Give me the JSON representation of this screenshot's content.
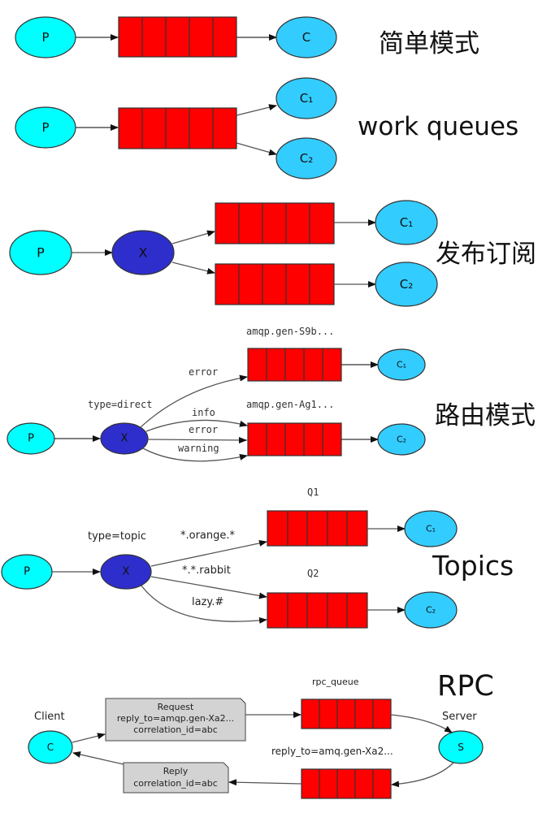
{
  "colors": {
    "producer": "#00ffff",
    "consumer": "#33ccff",
    "exchange": "#2e2ecc",
    "queue": "#ff0000",
    "note": "#d3d3d3"
  },
  "sections": [
    {
      "id": "simple",
      "title": "简单模式",
      "nodes": {
        "producer": "P",
        "consumer": "C"
      }
    },
    {
      "id": "work",
      "title": "work queues",
      "nodes": {
        "producer": "P",
        "consumer1": "C₁",
        "consumer2": "C₂"
      }
    },
    {
      "id": "pubsub",
      "title": "发布订阅",
      "nodes": {
        "producer": "P",
        "exchange": "X",
        "consumer1": "C₁",
        "consumer2": "C₂"
      }
    },
    {
      "id": "routing",
      "title": "路由模式",
      "nodes": {
        "producer": "P",
        "exchange": "X",
        "consumer1": "C₁",
        "consumer2": "C₂"
      },
      "exchange_type": "type=direct",
      "queue1_name": "amqp.gen-S9b...",
      "queue2_name": "amqp.gen-Ag1...",
      "bindings": [
        "error",
        "info",
        "error",
        "warning"
      ]
    },
    {
      "id": "topics",
      "title": "Topics",
      "nodes": {
        "producer": "P",
        "exchange": "X",
        "consumer1": "C₁",
        "consumer2": "C₂"
      },
      "exchange_type": "type=topic",
      "queue1_name": "Q1",
      "queue2_name": "Q2",
      "bindings": [
        "*.orange.*",
        "*.*.rabbit",
        "lazy.#"
      ]
    },
    {
      "id": "rpc",
      "title": "RPC",
      "client_label": "Client",
      "server_label": "Server",
      "nodes": {
        "client": "C",
        "server": "S"
      },
      "request_queue_name": "rpc_queue",
      "reply_queue_name": "reply_to=amq.gen-Xa2...",
      "request_note": [
        "Request",
        "reply_to=amqp.gen-Xa2...",
        "correlation_id=abc"
      ],
      "reply_note": [
        "Reply",
        "correlation_id=abc"
      ]
    }
  ]
}
